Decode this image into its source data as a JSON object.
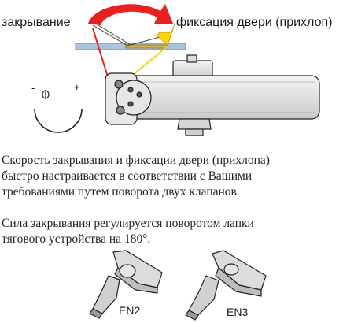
{
  "diagram": {
    "label_closing": "закрывание",
    "label_latching": "фиксация двери (прихлоп)",
    "minus_sign": "-",
    "plus_sign": "+",
    "text_speed": [
      "Скорость закрывания и фиксации двери (прихлопа)",
      "быстро настраивается в соответствии с Вашими",
      "требованиями путем поворота двух клапанов"
    ],
    "text_force": [
      "Сила закрывания регулируется поворотом лапки",
      "тягового устройства на 180°."
    ],
    "model_en2": "EN2",
    "model_en3": "EN3",
    "colors": {
      "arrow_red": "#e8211f",
      "arrow_yellow": "#ffd200",
      "door_blue": "#a9c4de",
      "body_grey": "#e3e3e3",
      "outline": "#222222"
    }
  }
}
